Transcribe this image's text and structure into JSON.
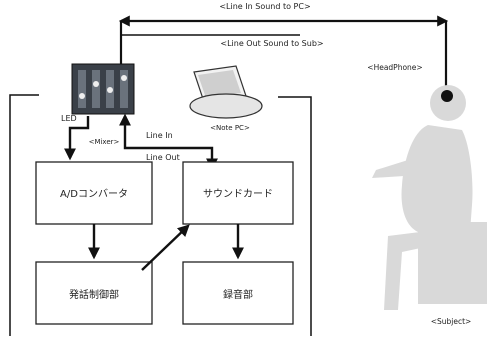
{
  "labels": {
    "line_in_to_pc": "<Line In Sound to PC>",
    "line_out_to_sub": "<Line Out Sound to Sub>",
    "headphone": "<HeadPhone>",
    "led": "LED",
    "mixer": "<Mixer>",
    "note_pc": "<Note PC>",
    "line_in": "Line In",
    "line_out": "Line Out",
    "subject": "<Subject>"
  },
  "boxes": {
    "ad_converter": "A/Dコンバータ",
    "sound_card": "サウンドカード",
    "utterance_control": "発話制御部",
    "recording": "録音部"
  },
  "colors": {
    "ink": "#111111",
    "silhouette": "#d9d9d9",
    "mixer_body": "#3a4048"
  }
}
